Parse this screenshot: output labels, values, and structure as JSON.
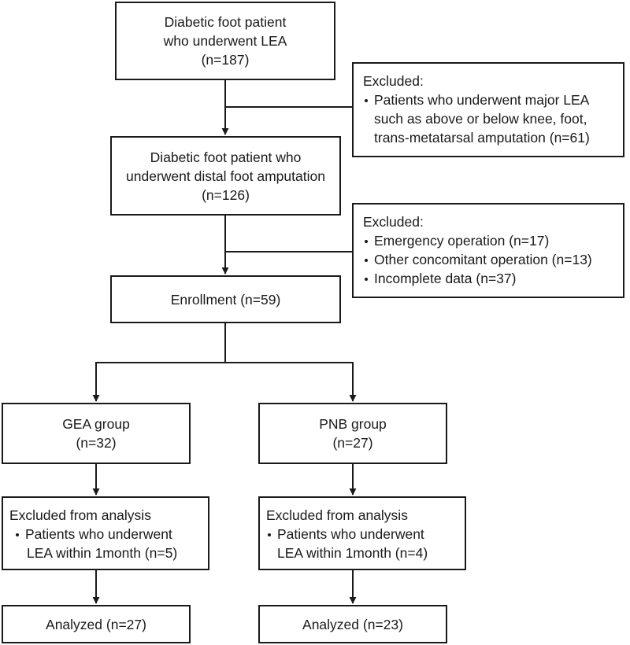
{
  "boxes": {
    "initial": {
      "lines": [
        "Diabetic foot patient",
        "who underwent LEA",
        "(n=187)"
      ]
    },
    "distal": {
      "lines": [
        "Diabetic foot patient who",
        "underwent distal foot amputation",
        "(n=126)"
      ]
    },
    "enroll": {
      "lines": [
        "Enrollment (n=59)"
      ]
    },
    "gea": {
      "lines": [
        "GEA group",
        "(n=32)"
      ]
    },
    "pnb": {
      "lines": [
        "PNB group",
        "(n=27)"
      ]
    },
    "gea_analyzed": {
      "lines": [
        "Analyzed (n=27)"
      ]
    },
    "pnb_analyzed": {
      "lines": [
        "Analyzed (n=23)"
      ]
    }
  },
  "exclusions": {
    "major": {
      "title": "Excluded:",
      "bullets": [
        "Patients who underwent major LEA",
        "such as above or below knee, foot,",
        "trans-metatarsal amputation (n=61)"
      ]
    },
    "second": {
      "title": "Excluded:",
      "bullets": [
        "Emergency operation (n=17)",
        "Other concomitant operation (n=13)",
        "Incomplete data (n=37)"
      ]
    },
    "gea": {
      "title": "Excluded from analysis",
      "bullets": [
        "Patients who underwent",
        "LEA within 1month (n=5)"
      ]
    },
    "pnb": {
      "title": "Excluded from analysis",
      "bullets": [
        "Patients who underwent",
        "LEA within 1month (n=4)"
      ]
    }
  }
}
